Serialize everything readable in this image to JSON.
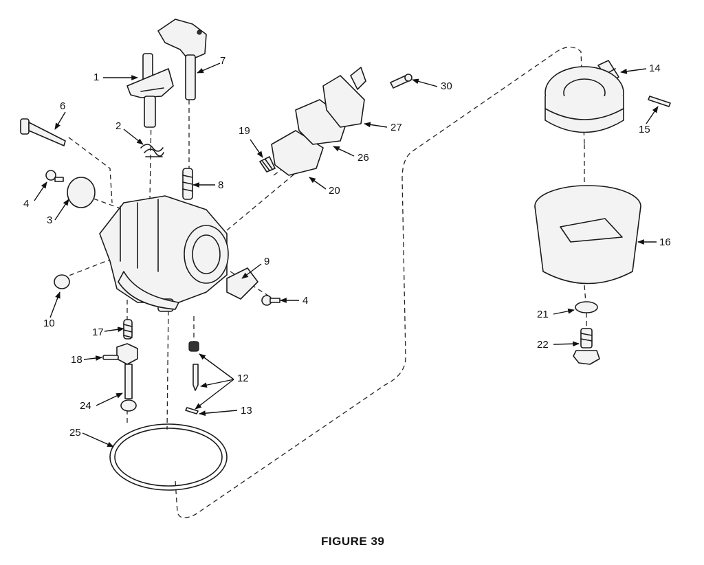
{
  "figure_caption": "FIGURE 39",
  "callouts": {
    "c1": "1",
    "c2": "2",
    "c3": "3",
    "c4a": "4",
    "c4b": "4",
    "c6": "6",
    "c7": "7",
    "c8": "8",
    "c9": "9",
    "c10": "10",
    "c12": "12",
    "c13": "13",
    "c14": "14",
    "c15": "15",
    "c16": "16",
    "c17": "17",
    "c18": "18",
    "c19": "19",
    "c20": "20",
    "c21": "21",
    "c22": "22",
    "c24": "24",
    "c25": "25",
    "c26": "26",
    "c27": "27",
    "c30": "30"
  },
  "colors": {
    "ink": "#1a1a1a",
    "background": "#ffffff"
  }
}
